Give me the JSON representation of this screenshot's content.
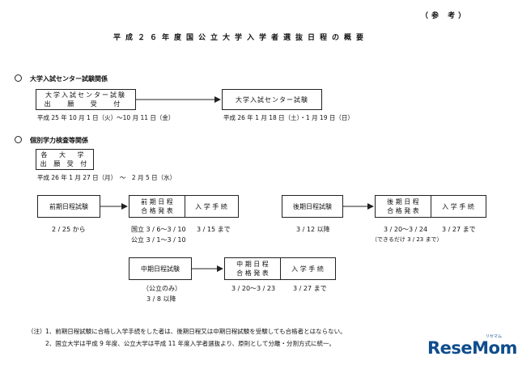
{
  "header": {
    "note_label": "（参 考）",
    "title": "平成２６年度国公立大学入学者選抜日程の概要"
  },
  "section1": {
    "heading": "大学入試センター試験関係",
    "box_left_line1": "大学入試センター試験",
    "box_left_line2": "出 願 受 付",
    "date_left": "平成 25 年 10 月 1 日（火）～10 月 11 日（金）",
    "box_right": "大学入試センター試験",
    "date_right": "平成 26 年 1 月 18 日（土）・1 月 19 日（日）"
  },
  "section2": {
    "heading": "個別学力検査等関係",
    "box_line1": "各 大 学",
    "box_line2": "出 願 受 付",
    "date": "平成 26 年 1 月 27 日（月）　～　2 月 5 日（水）"
  },
  "flow_early": {
    "exam_label": "前期日程試験",
    "exam_date": "2 / 25 から",
    "result_line1": "前 期 日 程",
    "result_line2": "合 格 発 表",
    "proc_label": "入 学 手 続",
    "result_date1": "国立 3 / 6～3 / 10",
    "result_date2": "公立 3 / 1～3 / 10",
    "proc_date": "3 / 15 まで"
  },
  "flow_late": {
    "exam_label": "後期日程試験",
    "exam_date": "3 / 12 以降",
    "result_line1": "後 期 日 程",
    "result_line2": "合 格 発 表",
    "proc_label": "入 学 手 続",
    "result_date": "3 / 20～3 / 24",
    "result_note": "（できるだけ 3 / 23 まで）",
    "proc_date": "3 / 27 まで"
  },
  "flow_mid": {
    "exam_label": "中期日程試験",
    "exam_note": "（公立のみ）",
    "exam_date": "3 / 8 以降",
    "result_line1": "中 期 日 程",
    "result_line2": "合 格 発 表",
    "proc_label": "入 学 手 続",
    "result_date": "3 / 20～3 / 23",
    "proc_date": "3 / 27 まで"
  },
  "notes": {
    "label": "（注）",
    "note1": "1、前期日程試験に合格し入学手続をした者は、後期日程又は中期日程試験を受験しても合格者とはならない。",
    "note2": "2、国立大学は平成 9 年度、公立大学は平成 11 年度入学者選抜より、原則として分離・分割方式に統一。"
  },
  "branding": {
    "logo_text": "ReseMom",
    "logo_sub": "リセマム"
  }
}
